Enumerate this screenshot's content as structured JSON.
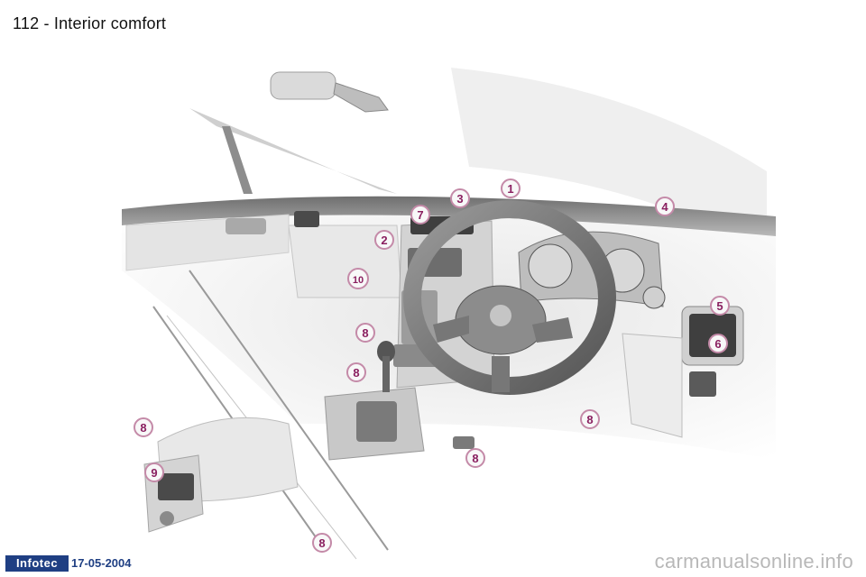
{
  "header": {
    "title": "112 - Interior comfort"
  },
  "callouts": [
    {
      "label": "1"
    },
    {
      "label": "2"
    },
    {
      "label": "3"
    },
    {
      "label": "4"
    },
    {
      "label": "5"
    },
    {
      "label": "6"
    },
    {
      "label": "7"
    },
    {
      "label": "8"
    },
    {
      "label": "8"
    },
    {
      "label": "8"
    },
    {
      "label": "8"
    },
    {
      "label": "8"
    },
    {
      "label": "8"
    },
    {
      "label": "8"
    },
    {
      "label": "9"
    },
    {
      "label": "10"
    }
  ],
  "footer": {
    "logo_text": "Infotec",
    "date": "17-05-2004",
    "watermark": "carmanualsonline.info"
  }
}
